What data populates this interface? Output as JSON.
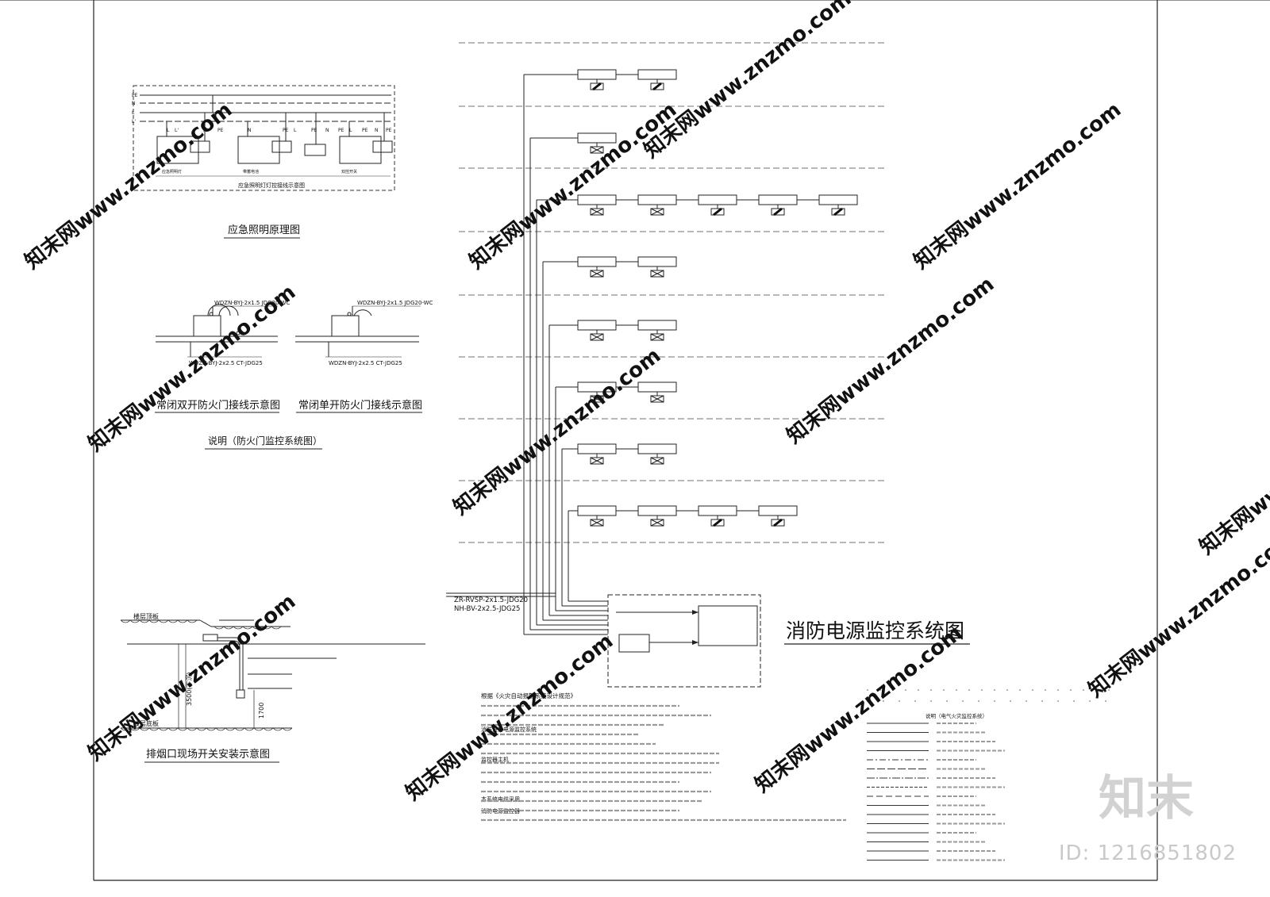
{
  "emergency_lighting": {
    "title": "应急照明原理图",
    "caption": "应急照明灯灯控接线示意图",
    "bus_labels": [
      "PE",
      "N",
      "L",
      "L'"
    ],
    "terminal_labels": [
      "L",
      "L'",
      "N",
      "PE",
      "N",
      "PE",
      "L",
      "PE",
      "N",
      "PE",
      "L",
      "PE",
      "N",
      "PE"
    ],
    "circuit_notes": [
      "应急照明灯",
      "带蓄电池",
      "双控开关"
    ]
  },
  "fire_doors": {
    "double": {
      "title": "常闭双开防火门接线示意图",
      "cable_top": "WDZN-BYJ-2x1.5 JDG20-WC",
      "cable_bottom": "WDZN-BYJ-2x2.5 CT-JDG25"
    },
    "single": {
      "title": "常闭单开防火门接线示意图",
      "cable_top": "WDZN-BYJ-2x1.5 JDG20-WC",
      "cable_bottom": "WDZN-BYJ-2x2.5 CT-JDG25"
    },
    "notes_title": "说明（防火门监控系统图）"
  },
  "smoke_exhaust": {
    "title": "排烟口现场开关安装示意图",
    "ceiling_label": "楼层顶板",
    "floor_label": "楼层底板",
    "height_total": "3500(下沉)",
    "height_switch": "1700"
  },
  "fire_power_monitor": {
    "title": "消防电源监控系统图",
    "cable_1": "ZR-RVSP-2x1.5-JDG20",
    "cable_2": "NH-BV-2x2.5-JDG25",
    "rows": [
      {
        "id": "r1",
        "modules": [
          "slash",
          "slash"
        ]
      },
      {
        "id": "r2",
        "modules": [
          "cross"
        ]
      },
      {
        "id": "r3",
        "modules": [
          "cross",
          "cross",
          "slash",
          "slash",
          "slash"
        ]
      },
      {
        "id": "r4",
        "modules": [
          "cross",
          "cross"
        ]
      },
      {
        "id": "r5",
        "modules": [
          "cross",
          "cross"
        ]
      },
      {
        "id": "r6",
        "modules": [
          "cross",
          "cross"
        ]
      },
      {
        "id": "r7",
        "modules": [
          "cross",
          "cross"
        ]
      },
      {
        "id": "r8",
        "modules": [
          "cross",
          "cross",
          "slash",
          "slash"
        ]
      }
    ]
  },
  "design_notes": {
    "lead": "根据《火灾自动报警系统设计规范》",
    "lines": [
      "消防设备电源监控系统",
      "消防电源监控器",
      "监控器主机",
      "本系统电缆采用"
    ]
  },
  "legend": {
    "title": "说明（电气火灾监控系统）"
  },
  "watermark": {
    "brand": "知末",
    "id_label": "ID: 1216851802",
    "repeat_text": "知末网www.znzmo.com"
  }
}
